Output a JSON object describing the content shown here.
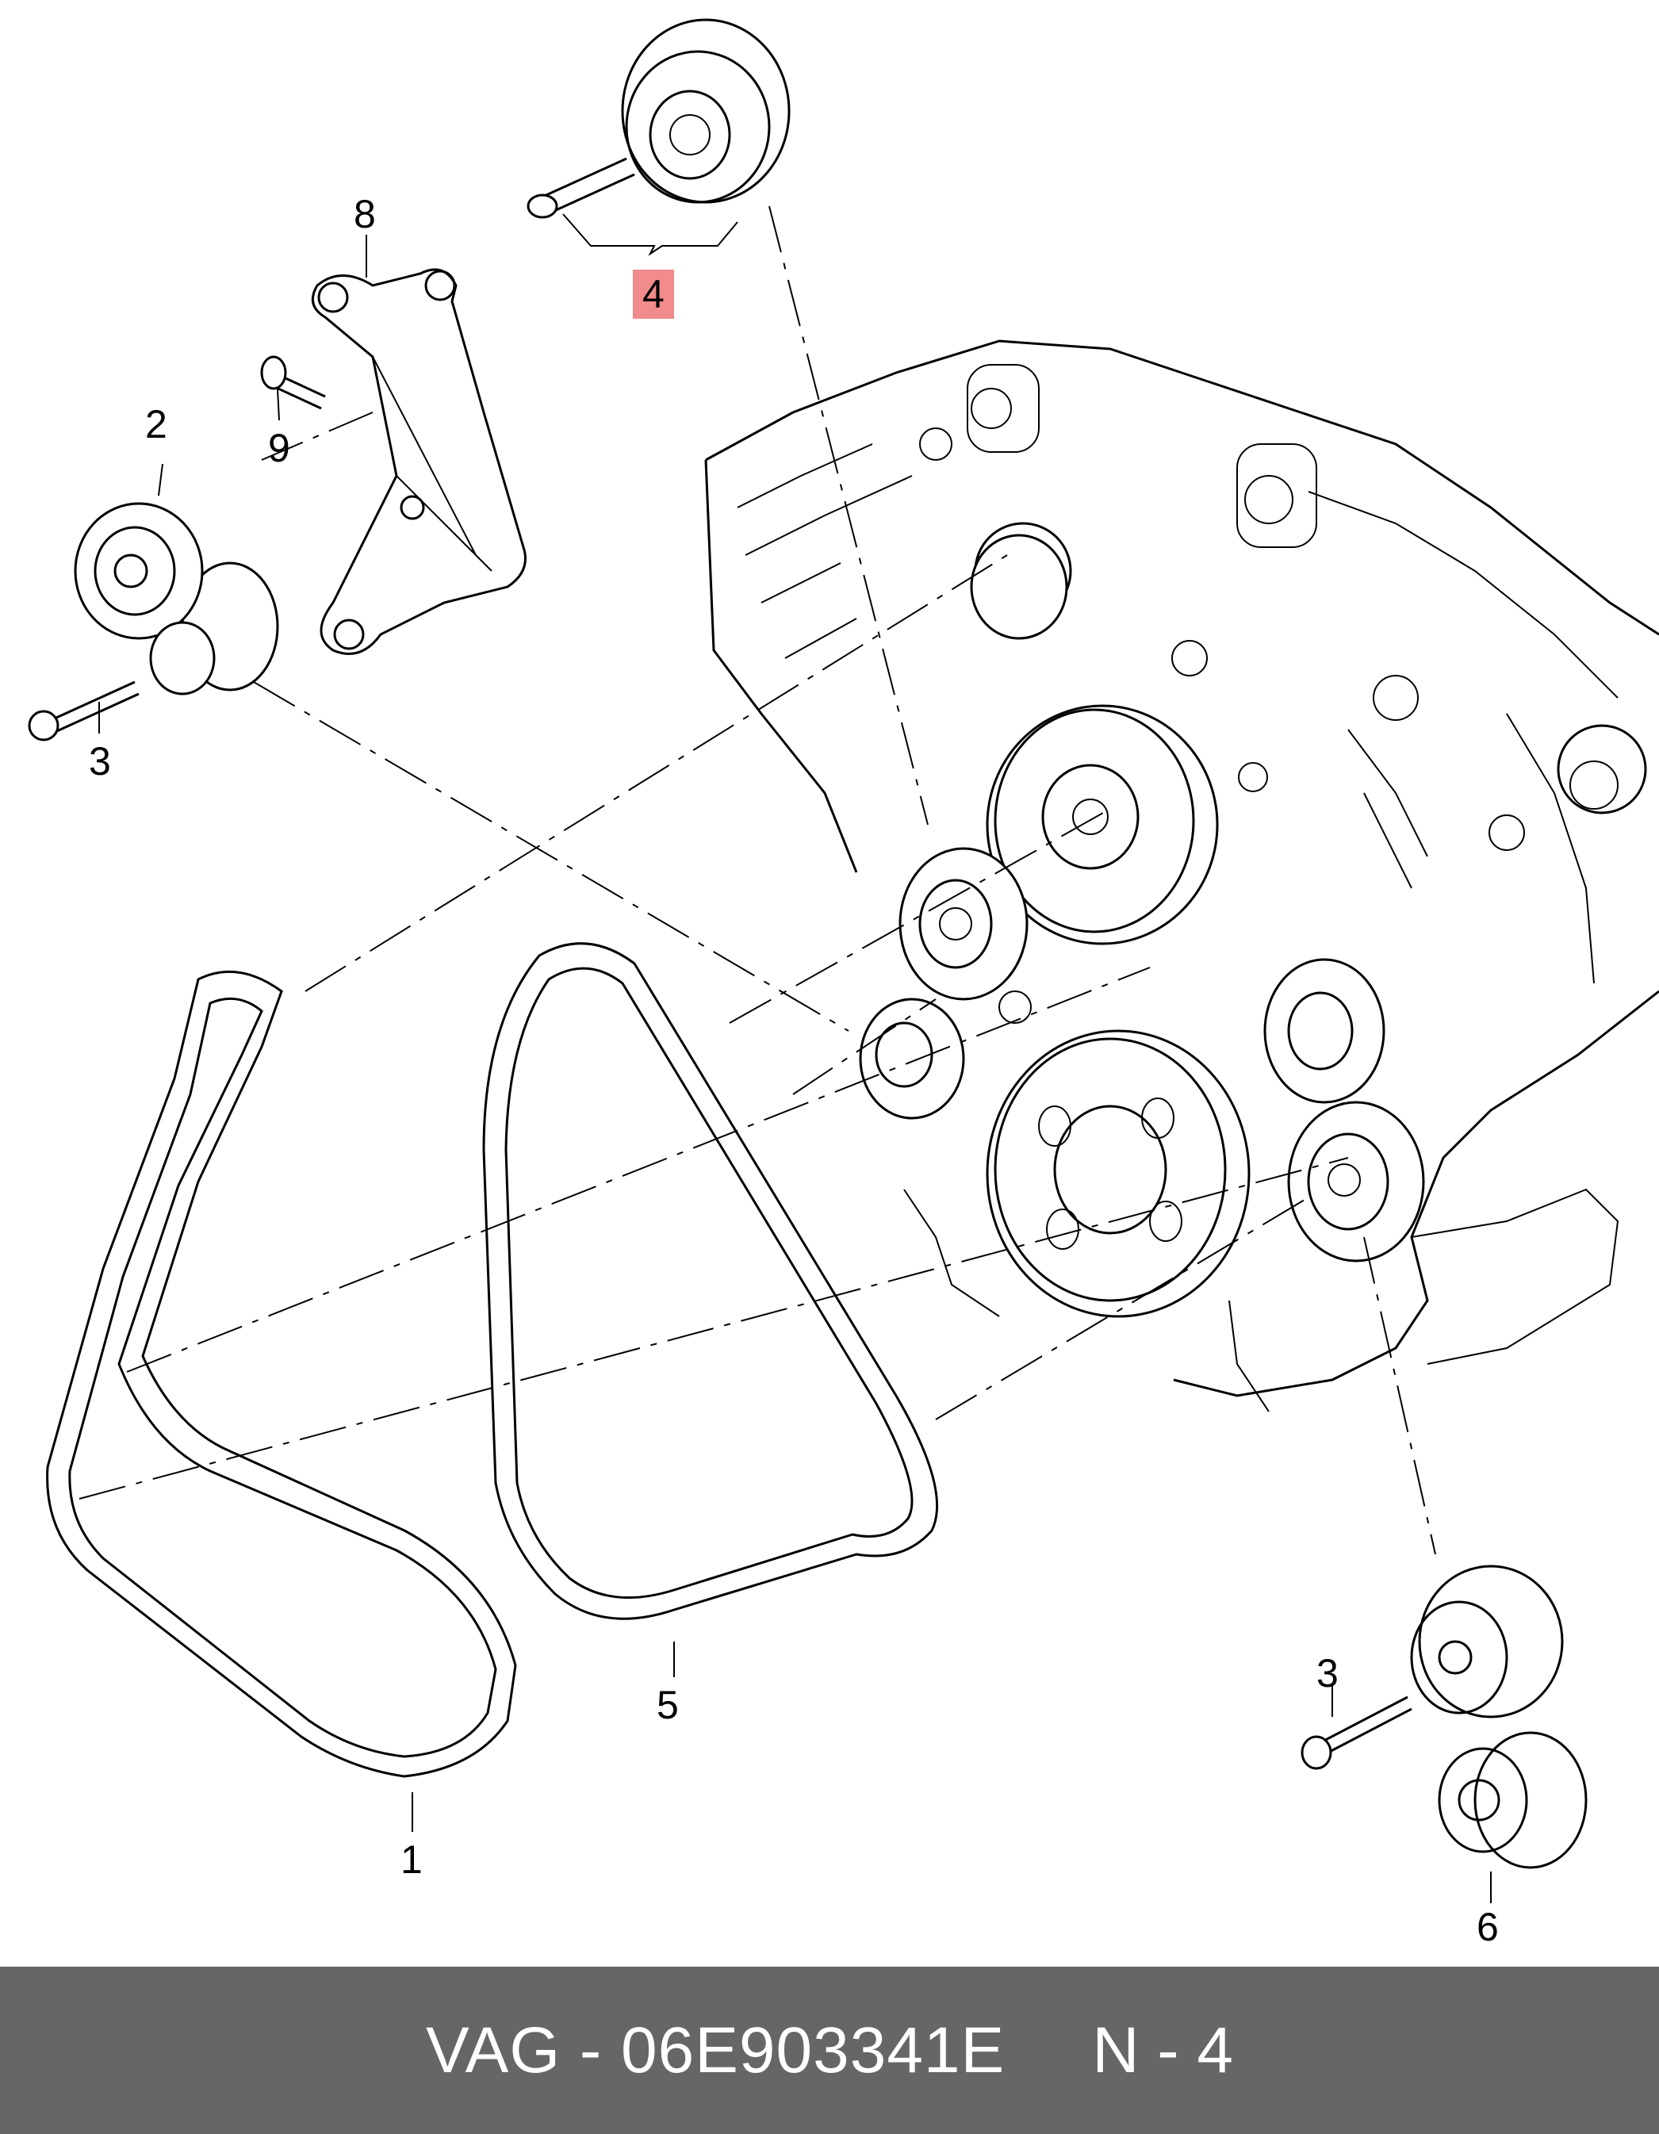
{
  "callouts": {
    "c1": "1",
    "c2": "2",
    "c3a": "3",
    "c3b": "3",
    "c4": "4",
    "c5": "5",
    "c6": "6",
    "c8": "8",
    "c9": "9"
  },
  "highlighted_callout": "4",
  "footer": {
    "text": "VAG - 06E903341E",
    "code": "N - 4"
  },
  "colors": {
    "footer_bg": "#666666",
    "highlight": "#f28b8b"
  }
}
